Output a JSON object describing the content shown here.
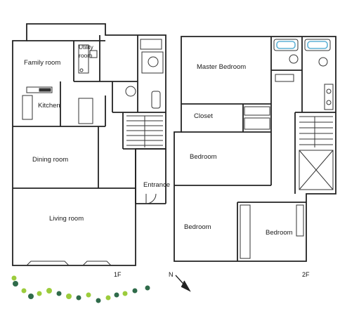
{
  "floor1": {
    "label": "1F",
    "rooms": {
      "family_room": "Family room",
      "utility_line1": "Utility",
      "utility_line2": "room",
      "kitchen": "Kitchen",
      "dining_room": "Dining room",
      "living_room": "Living room",
      "entrance": "Entrance"
    }
  },
  "floor2": {
    "label": "2F",
    "rooms": {
      "master_bedroom": "Master Bedroom",
      "closet": "Closet",
      "bedroom_upper": "Bedroom",
      "bedroom_left": "Bedroom",
      "bedroom_right": "Bedroom"
    }
  },
  "compass": {
    "label": "N"
  },
  "colors": {
    "wall": "#222222",
    "fixture": "#333333",
    "tub_accent": "#5fb2d6",
    "shrub_light": "#9ccc3c",
    "shrub_dark": "#2f6b4a"
  }
}
